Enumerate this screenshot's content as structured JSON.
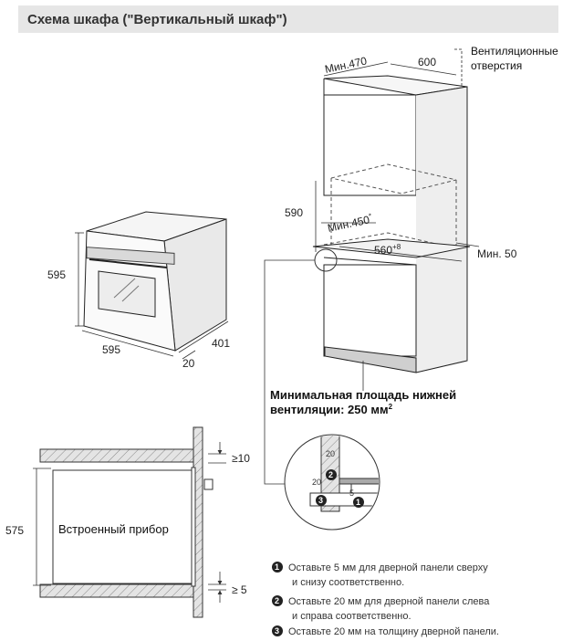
{
  "header": {
    "title": "Схема шкафа (\"Вертикальный шкаф\")"
  },
  "oven": {
    "height": "595",
    "width": "595",
    "depth": "401",
    "door": "20"
  },
  "cabinet": {
    "min_depth": "Мин.470",
    "width": "600",
    "vent_label_line1": "Вентиляционные",
    "vent_label_line2": "отверстия",
    "niche_height": "590",
    "min_niche_depth": "Мин.450",
    "min_niche_depth_sup": "*",
    "niche_width": "560",
    "niche_width_sup": "+8",
    "min_gap_a": "Мин.",
    "min_gap_b": "50",
    "bottom_vent_line1": "Минимальная площадь нижней",
    "bottom_vent_line2": "вентиляции: 250 мм",
    "bottom_vent_sup": "2"
  },
  "detail": {
    "v20_top": "20",
    "v20_side": "20",
    "v5": "5",
    "n1": "1",
    "n2": "2",
    "n3": "3"
  },
  "section": {
    "label": "Встроенный прибор",
    "height": "575",
    "top_gap": "≥10",
    "bottom_gap": "≥ 5"
  },
  "notes": [
    {
      "num": "1",
      "line1": "Оставьте 5 мм для дверной панели сверху",
      "line2": "и снизу соответственно."
    },
    {
      "num": "2",
      "line1": "Оставьте 20 мм для дверной панели слева",
      "line2": "и справа соответственно."
    },
    {
      "num": "3",
      "line1": "Оставьте 20 мм на толщину дверной панели.",
      "line2": ""
    }
  ]
}
